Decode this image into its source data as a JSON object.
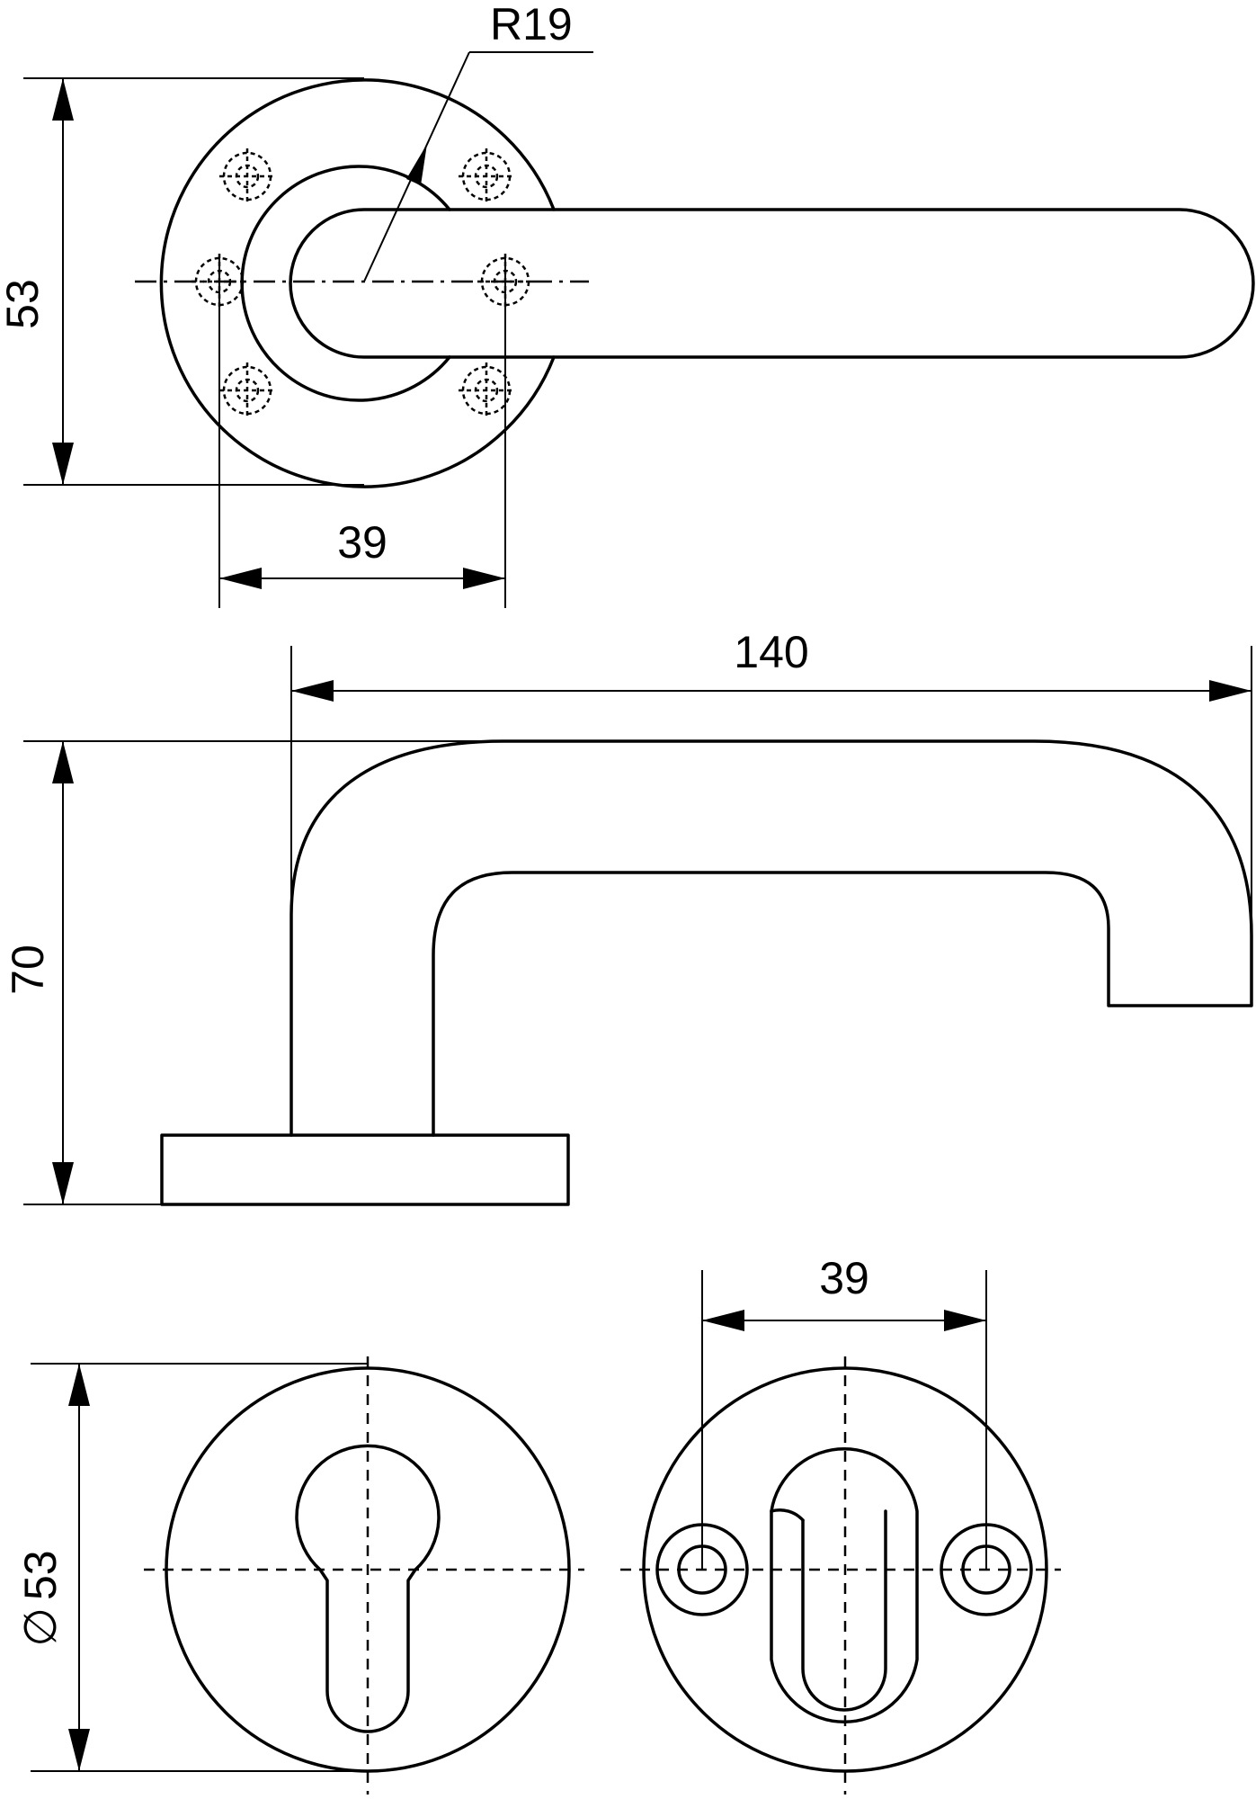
{
  "dimensions": {
    "radius_label": "R19",
    "top_height": "53",
    "top_hole_spacing": "39",
    "lever_length": "140",
    "lever_height": "70",
    "rose_diameter_symbol": "∅",
    "rose_diameter": "53",
    "rose_hole_spacing": "39"
  }
}
